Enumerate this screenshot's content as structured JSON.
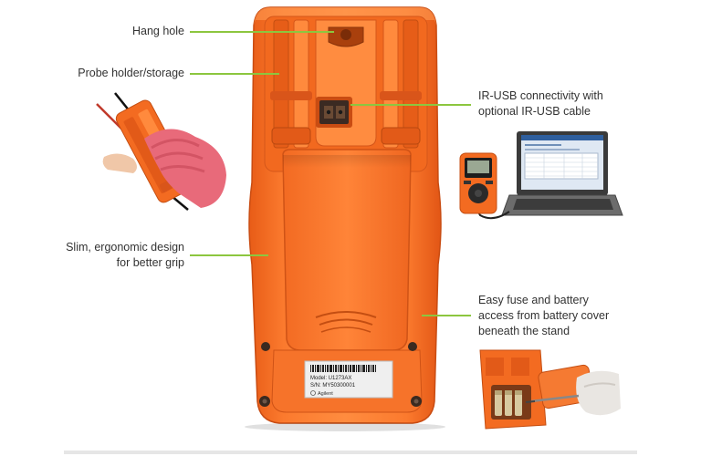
{
  "callouts": {
    "hang_hole": "Hang hole",
    "probe_holder": "Probe holder/storage",
    "slim_line1": "Slim, ergonomic design",
    "slim_line2": "for better grip",
    "ir_line1": "IR-USB connectivity with",
    "ir_line2": "optional IR-USB cable",
    "fuse_line1": "Easy fuse and battery",
    "fuse_line2": "access from battery cover",
    "fuse_line3": "beneath the stand"
  },
  "label": {
    "model": "Model: U1273AX",
    "serial": "S/N: MY50300001",
    "brand": "Agilent"
  },
  "colors": {
    "accent_line": "#8cc63f",
    "device_orange": "#f36b21",
    "device_orange_dark": "#d9551a",
    "device_orange_light": "#ff8a3d"
  }
}
